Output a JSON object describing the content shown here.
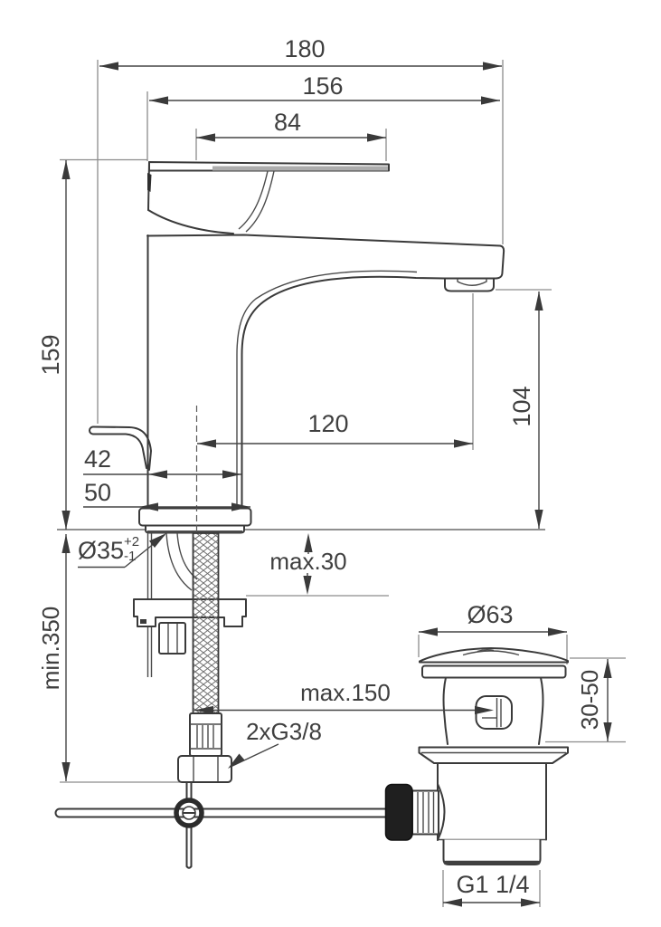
{
  "diagram": {
    "type": "technical-drawing",
    "subject": "single-lever basin mixer tap with pop-up waste, dimensioned installation drawing",
    "units": "mm",
    "line_color": "#3a3a3a",
    "background": "#ffffff",
    "dimensions": {
      "overall_depth": "180",
      "tip_depth": "156",
      "lever_reach": "84",
      "height_above_deck": "159",
      "spout_height": "104",
      "spout_reach": "120",
      "body_width": "42",
      "base_width": "50",
      "hole_diameter": "Ø35",
      "hole_tolerance_plus": "+2",
      "hole_tolerance_minus": "-1",
      "max_deck_thickness": "max.30",
      "min_hose_length": "min.350",
      "max_rod_distance": "max.150",
      "supply_connections": "2xG3/8",
      "waste_cap_diameter": "Ø63",
      "waste_height_range": "30-50",
      "waste_outlet_thread": "G1 1/4"
    }
  }
}
